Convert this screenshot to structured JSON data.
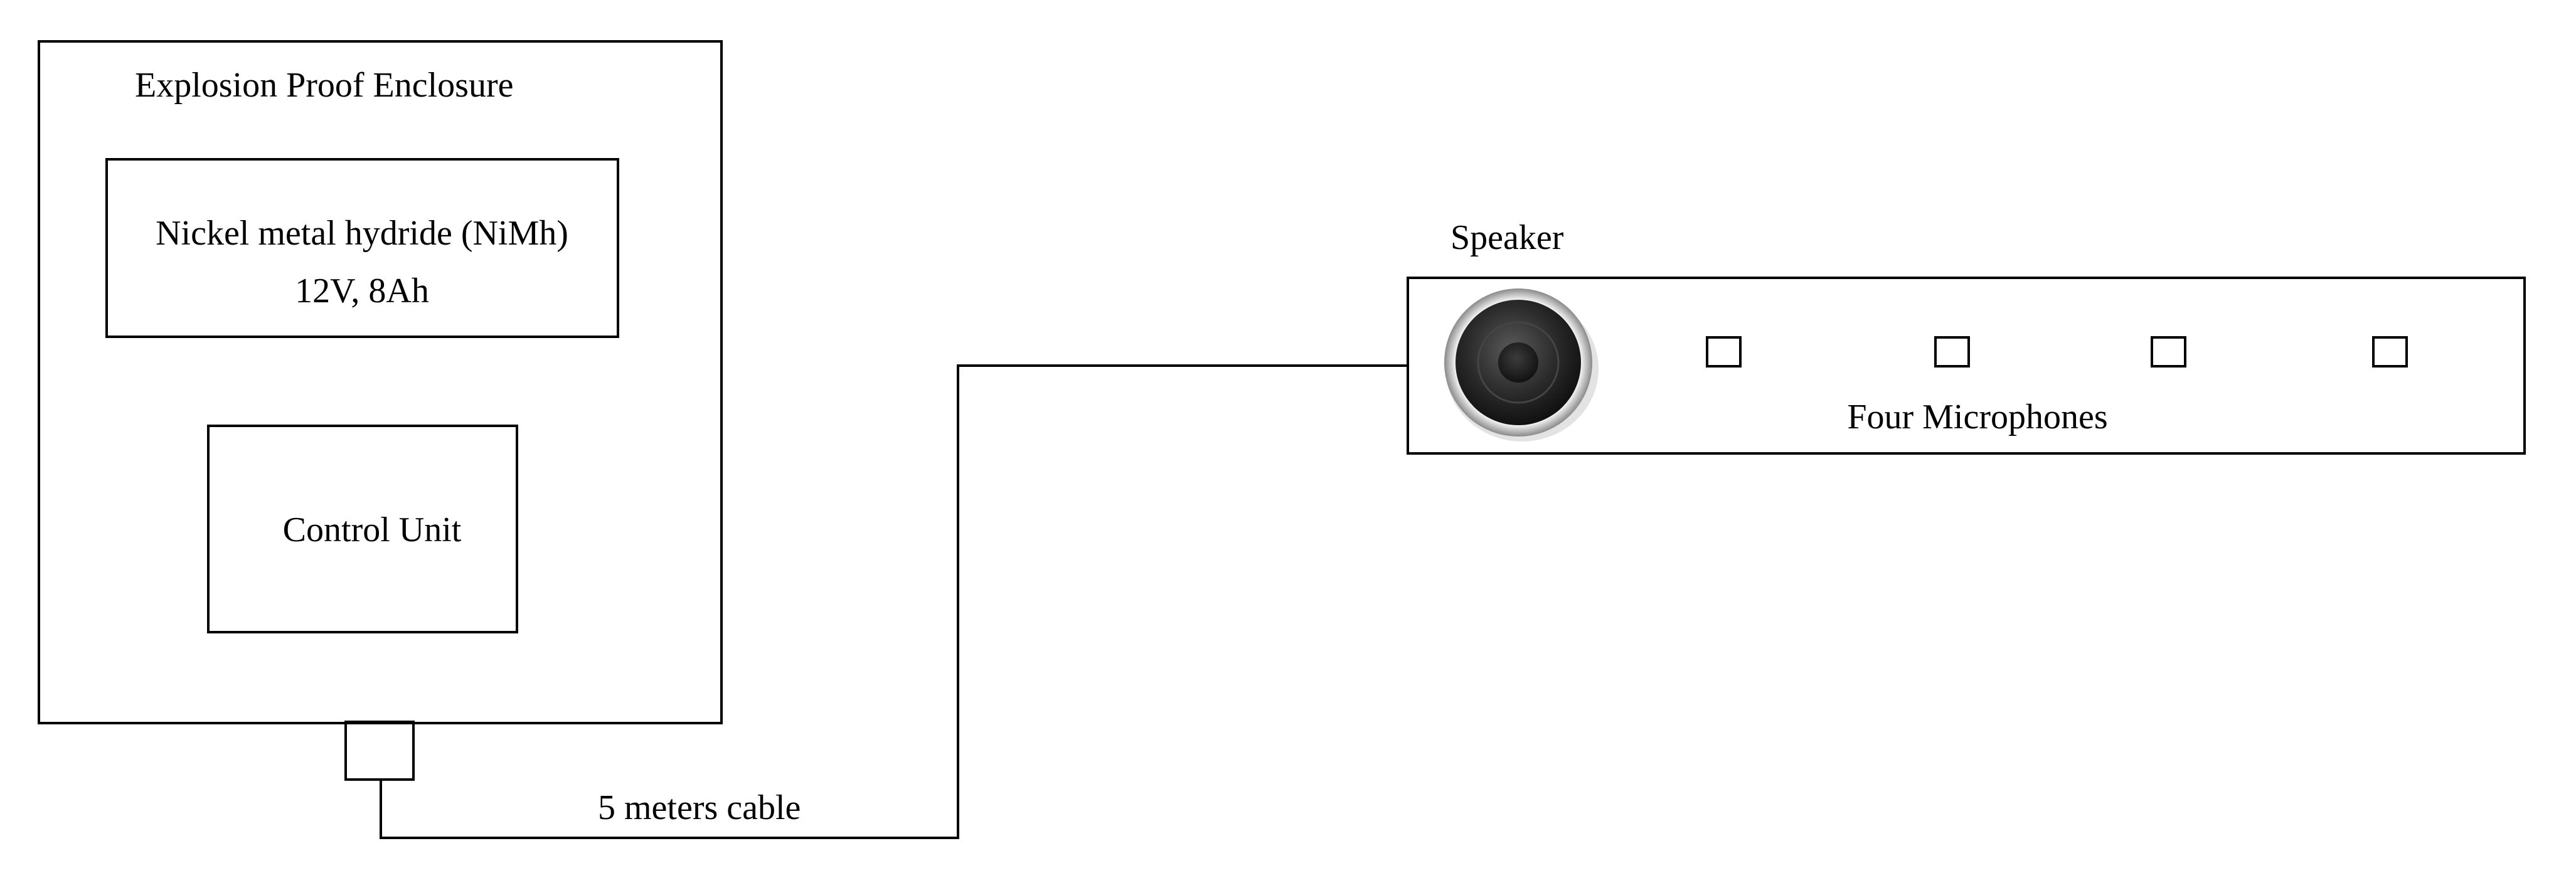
{
  "enclosure": {
    "title": "Explosion Proof Enclosure",
    "battery": {
      "line1": "Nickel metal hydride (NiMh)",
      "line2": "12V, 8Ah"
    },
    "control_unit": "Control Unit"
  },
  "cable": {
    "label": "5 meters cable"
  },
  "array": {
    "speaker_label": "Speaker",
    "microphones_label": "Four Microphones",
    "microphone_count": 4,
    "speaker_icon": "speaker-icon"
  }
}
